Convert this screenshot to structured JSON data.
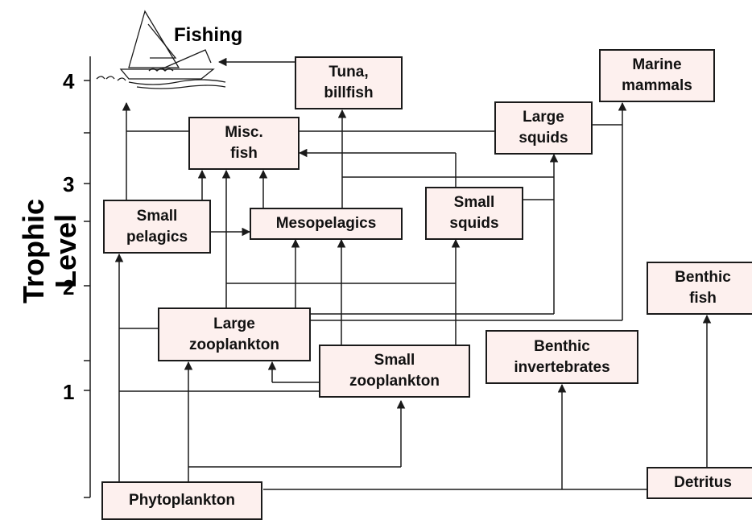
{
  "axis": {
    "label": "Trophic Level",
    "ticks": [
      "1",
      "2",
      "3",
      "4"
    ]
  },
  "fishing_label": "Fishing",
  "nodes": {
    "tuna": "Tuna,\nbillfish",
    "marine_mammals": "Marine\nmammals",
    "misc_fish": "Misc.\nfish",
    "large_squids": "Large\nsquids",
    "small_pelagics": "Small\npelagics",
    "mesopelagics": "Mesopelagics",
    "small_squids": "Small\nsquids",
    "benthic_fish": "Benthic\nfish",
    "large_zooplankton": "Large\nzooplankton",
    "small_zooplankton": "Small\nzooplankton",
    "benthic_invertebrates": "Benthic\ninvertebrates",
    "phytoplankton": "Phytoplankton",
    "detritus": "Detritus"
  },
  "colors": {
    "node_fill": "#fdf0ee",
    "line": "#1a1a1a"
  },
  "icons": [
    "fishing-boat-icon"
  ]
}
